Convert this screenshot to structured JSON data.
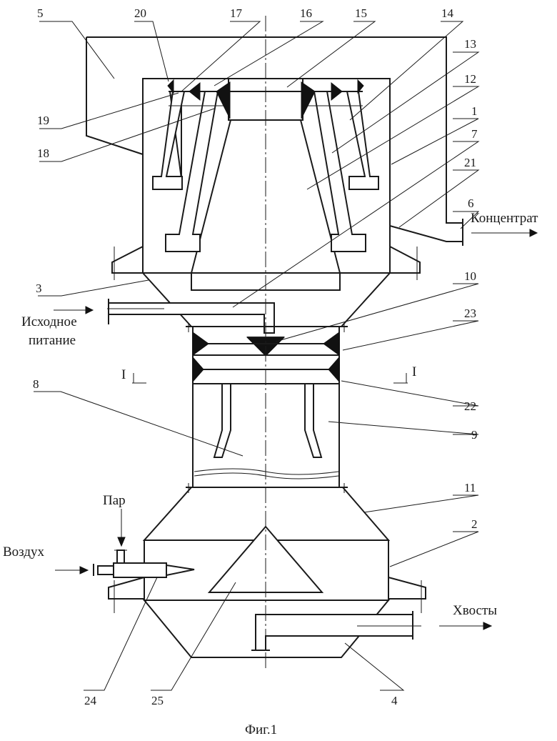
{
  "labels": {
    "kontsentrat": "Концентрат",
    "iskhodnoe_1": "Исходное",
    "iskhodnoe_2": "питание",
    "par": "Пар",
    "vozdukh": "Воздух",
    "khvosty": "Хвосты",
    "section_mark": "I"
  },
  "caption": "Фиг.1",
  "part_numbers": {
    "n1": "1",
    "n2": "2",
    "n3": "3",
    "n4": "4",
    "n5": "5",
    "n6": "6",
    "n7": "7",
    "n8": "8",
    "n9": "9",
    "n10": "10",
    "n11": "11",
    "n12": "12",
    "n13": "13",
    "n14": "14",
    "n15": "15",
    "n16": "16",
    "n17": "17",
    "n18": "18",
    "n19": "19",
    "n20": "20",
    "n21": "21",
    "n22": "22",
    "n23": "23",
    "n24": "24",
    "n25": "25"
  }
}
